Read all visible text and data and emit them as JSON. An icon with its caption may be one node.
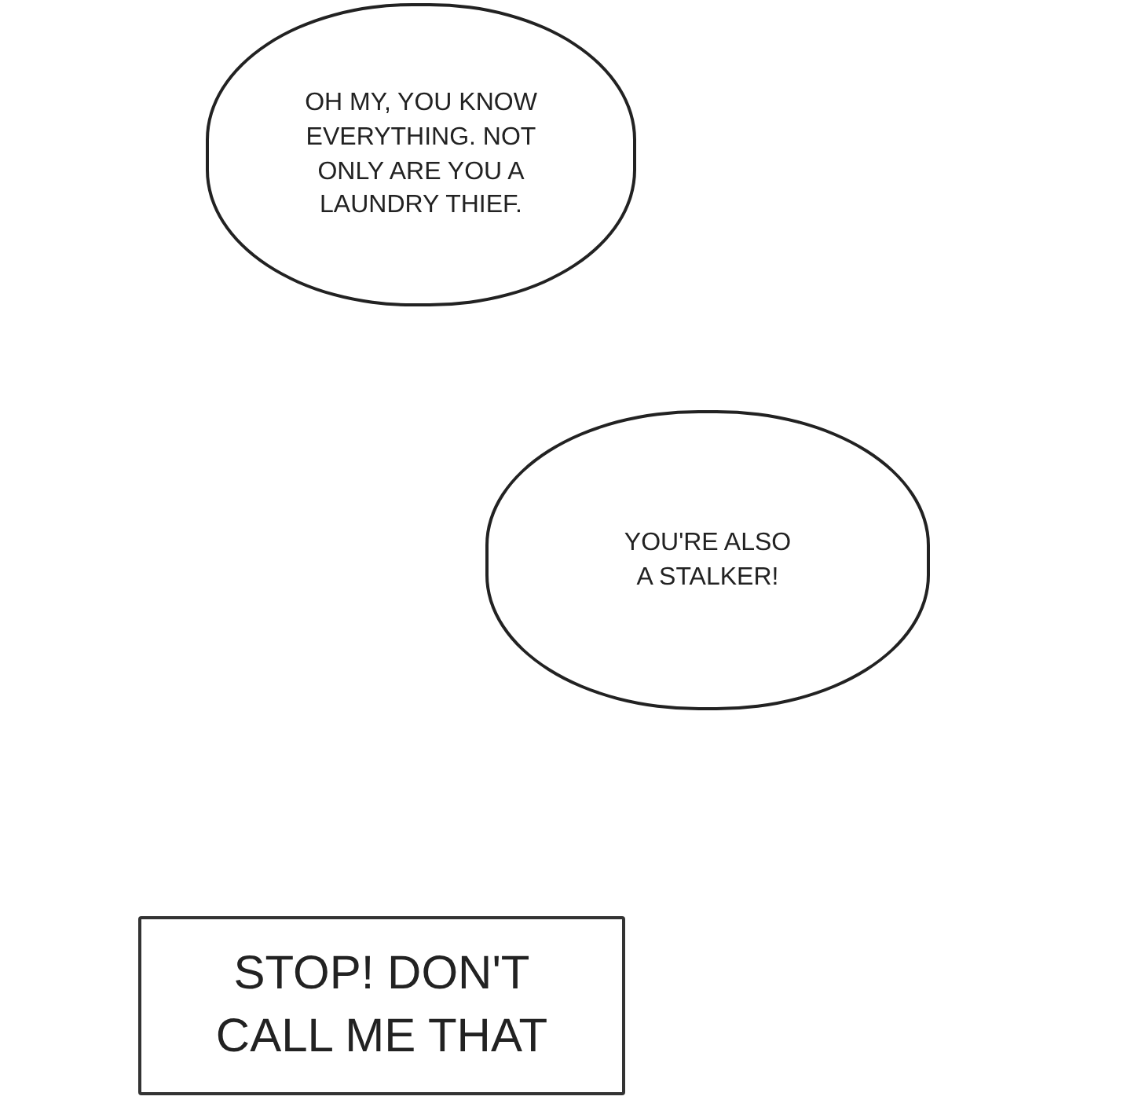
{
  "diagram": {
    "nodes": [
      {
        "text": [
          "OH MY, YOU KNOW EVERYTHING. NOT ONLY ARE YOU A LAUNDRY THIEF."
        ]
      },
      {
        "text": [
          "YOU'RE ALSO A STALKER!"
        ]
      },
      {
        "text": [
          "STOP! DON'T CALL ME THAT"
        ]
      }
    ]
  }
}
